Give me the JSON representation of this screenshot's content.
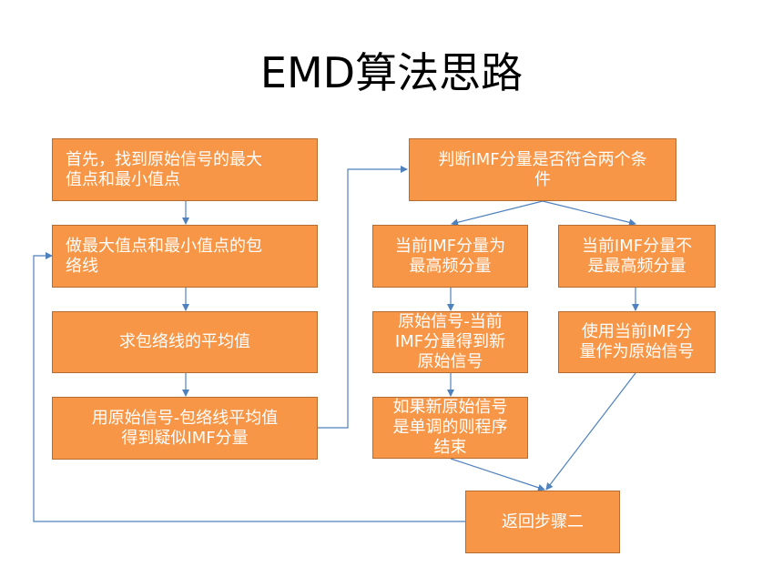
{
  "slide": {
    "title": "EMD算法思路"
  },
  "boxes": {
    "step1": "首先，找到原始信号的最大\n值点和最小值点",
    "step2": "做最大值点和最小值点的包\n络线",
    "step3": "求包络线的平均值",
    "step4": "用原始信号-包络线平均值\n得到疑似IMF分量",
    "judge": "判断IMF分量是否符合两个条\n件",
    "cond_yes": "当前IMF分量为\n最高频分量",
    "cond_no": "当前IMF分量不\n是最高频分量",
    "new_signal": "原始信号-当前\nIMF分量得到新\n原始信号",
    "use_as_signal": "使用当前IMF分\n量作为原始信号",
    "monotone_end": "如果新原始信号\n是单调的则程序\n结束",
    "return_step2": "返回步骤二"
  },
  "colors": {
    "box_fill": "#f79646",
    "box_border": "#b66d31",
    "box_text": "#ffffff",
    "connector": "#4f81bd"
  }
}
